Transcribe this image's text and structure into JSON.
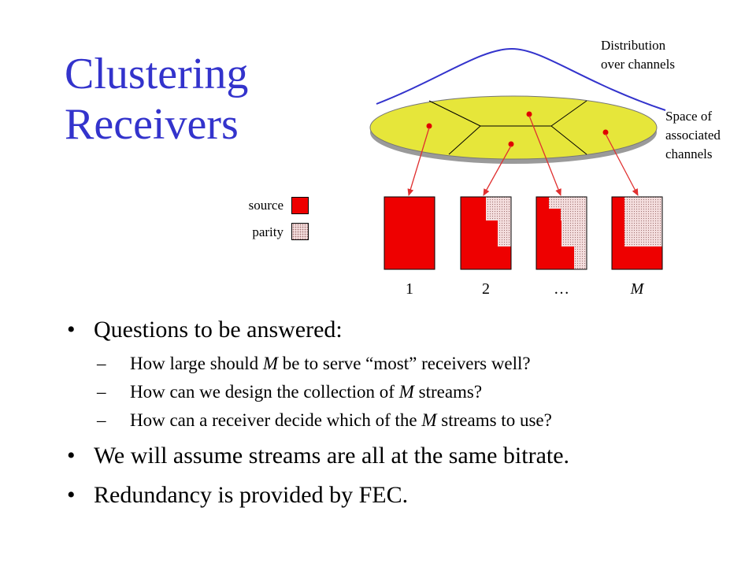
{
  "title": {
    "line1": "Clustering",
    "line2": "Receivers"
  },
  "diagram": {
    "distribution_label_line1": "Distribution",
    "distribution_label_line2": "over channels",
    "space_label_line1": "Space of",
    "space_label_line2": "associated",
    "space_label_line3": "channels",
    "legend": {
      "source": "source",
      "parity": "parity"
    },
    "stream_labels": [
      "1",
      "2",
      "…",
      "M"
    ],
    "colors": {
      "source": "#ee0000",
      "parity": "#f4dede",
      "ellipse": "#e6e63a",
      "arrow": "#e03030",
      "title": "#3333cc"
    }
  },
  "bullets": {
    "q": "Questions to be answered:",
    "sub1": {
      "a": "How large should ",
      "var": "M",
      "b": " be to serve “most” receivers well?"
    },
    "sub2": {
      "a": "How can we design the collection of ",
      "var": "M",
      "b": " streams?"
    },
    "sub3": {
      "a": "How can a receiver decide which of the ",
      "var": "M",
      "b": " streams to use?"
    },
    "b2": "We will assume streams are all at the same bitrate.",
    "b3": "Redundancy is provided by FEC."
  }
}
